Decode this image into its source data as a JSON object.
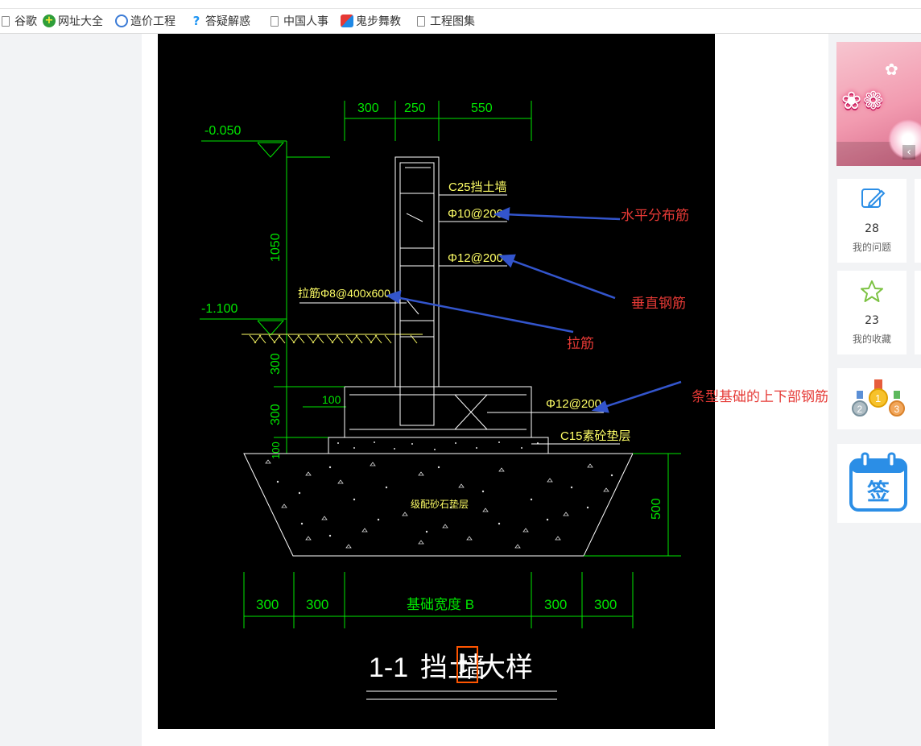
{
  "bookmarks": [
    {
      "label": "谷歌",
      "icon": "page-icon"
    },
    {
      "label": "网址大全",
      "icon": "green-plus-icon"
    },
    {
      "label": "造价工程",
      "icon": "blue-circle-icon"
    },
    {
      "label": "答疑解惑",
      "icon": "question-icon"
    },
    {
      "label": "中国人事",
      "icon": "page-icon"
    },
    {
      "label": "鬼步舞教",
      "icon": "video-icon"
    },
    {
      "label": "工程图集",
      "icon": "page-icon"
    }
  ],
  "drawing": {
    "elevation_top": "-0.050",
    "elevation_ground": "-1.100",
    "dim_top": [
      "300",
      "250",
      "550"
    ],
    "dim_left": [
      "1050",
      "300",
      "300",
      "100"
    ],
    "dim_right": "500",
    "dim_bottom": [
      "300",
      "300",
      "基础宽度 B",
      "300",
      "300"
    ],
    "dim_100": "100",
    "wall_label": "C25挡土墙",
    "rebar_horizontal": "Φ10@200",
    "rebar_vertical": "Φ12@200",
    "tie_bar": "拉筋Φ8@400x600",
    "footing_rebar": "Φ12@200",
    "cushion_label": "C15素砼垫层",
    "gravel_label": "级配砂石垫层",
    "title_prefix": "1-1",
    "title_a": "挡土",
    "title_highlight": "墙",
    "title_b": "大样"
  },
  "annotations": {
    "horizontal": "水平分布筋",
    "vertical": "垂直钢筋",
    "tie": "拉筋",
    "footing": "条型基础的上下部钢筋"
  },
  "colors": {
    "cad_bg": "#000000",
    "cad_line": "#ffffff",
    "cad_dim": "#00e600",
    "cad_text": "#ffff66",
    "annotation_red": "#e53935",
    "arrow_blue": "#3355cc",
    "highlight_box": "#ff5500"
  },
  "sidebar": {
    "questions": {
      "count": "28",
      "label": "我的问题"
    },
    "favorites": {
      "count": "23",
      "label": "我的收藏"
    },
    "sign_label": "签"
  }
}
